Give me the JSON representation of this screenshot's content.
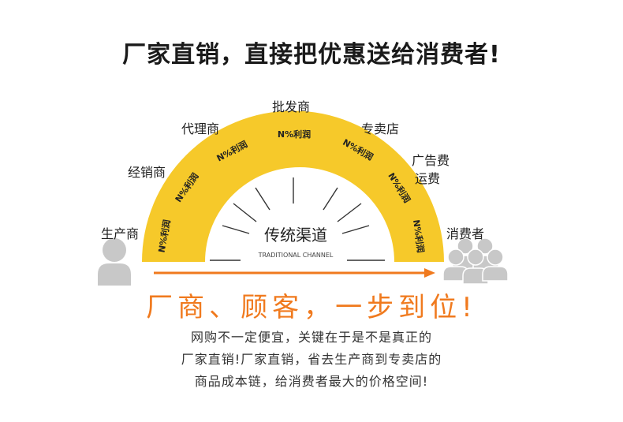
{
  "headline": "厂家直销，直接把优惠送给消费者!",
  "channel": {
    "title_cn": "传统渠道",
    "title_en": "TRADITIONAL CHANNEL",
    "profit_label": "N%利润"
  },
  "stages": {
    "producer": "生产商",
    "distributor": "经销商",
    "agent": "代理商",
    "wholesaler": "批发商",
    "retailer": "专卖店",
    "ads": "广告费",
    "shipping": "运费",
    "consumer": "消费者"
  },
  "slogan": "厂商、顾客，一步到位!",
  "description": [
    "网购不一定便宜，关键在于是不是真正的",
    "厂家直销!厂家直销，省去生产商到专卖店的",
    "商品成本链，给消费者最大的价格空间!"
  ],
  "colors": {
    "arch": "#f6c92a",
    "arrow": "#f07a1e",
    "person": "#c8c8c8"
  },
  "icons": {
    "producer": "single-person-icon",
    "consumers": "group-people-icon"
  }
}
